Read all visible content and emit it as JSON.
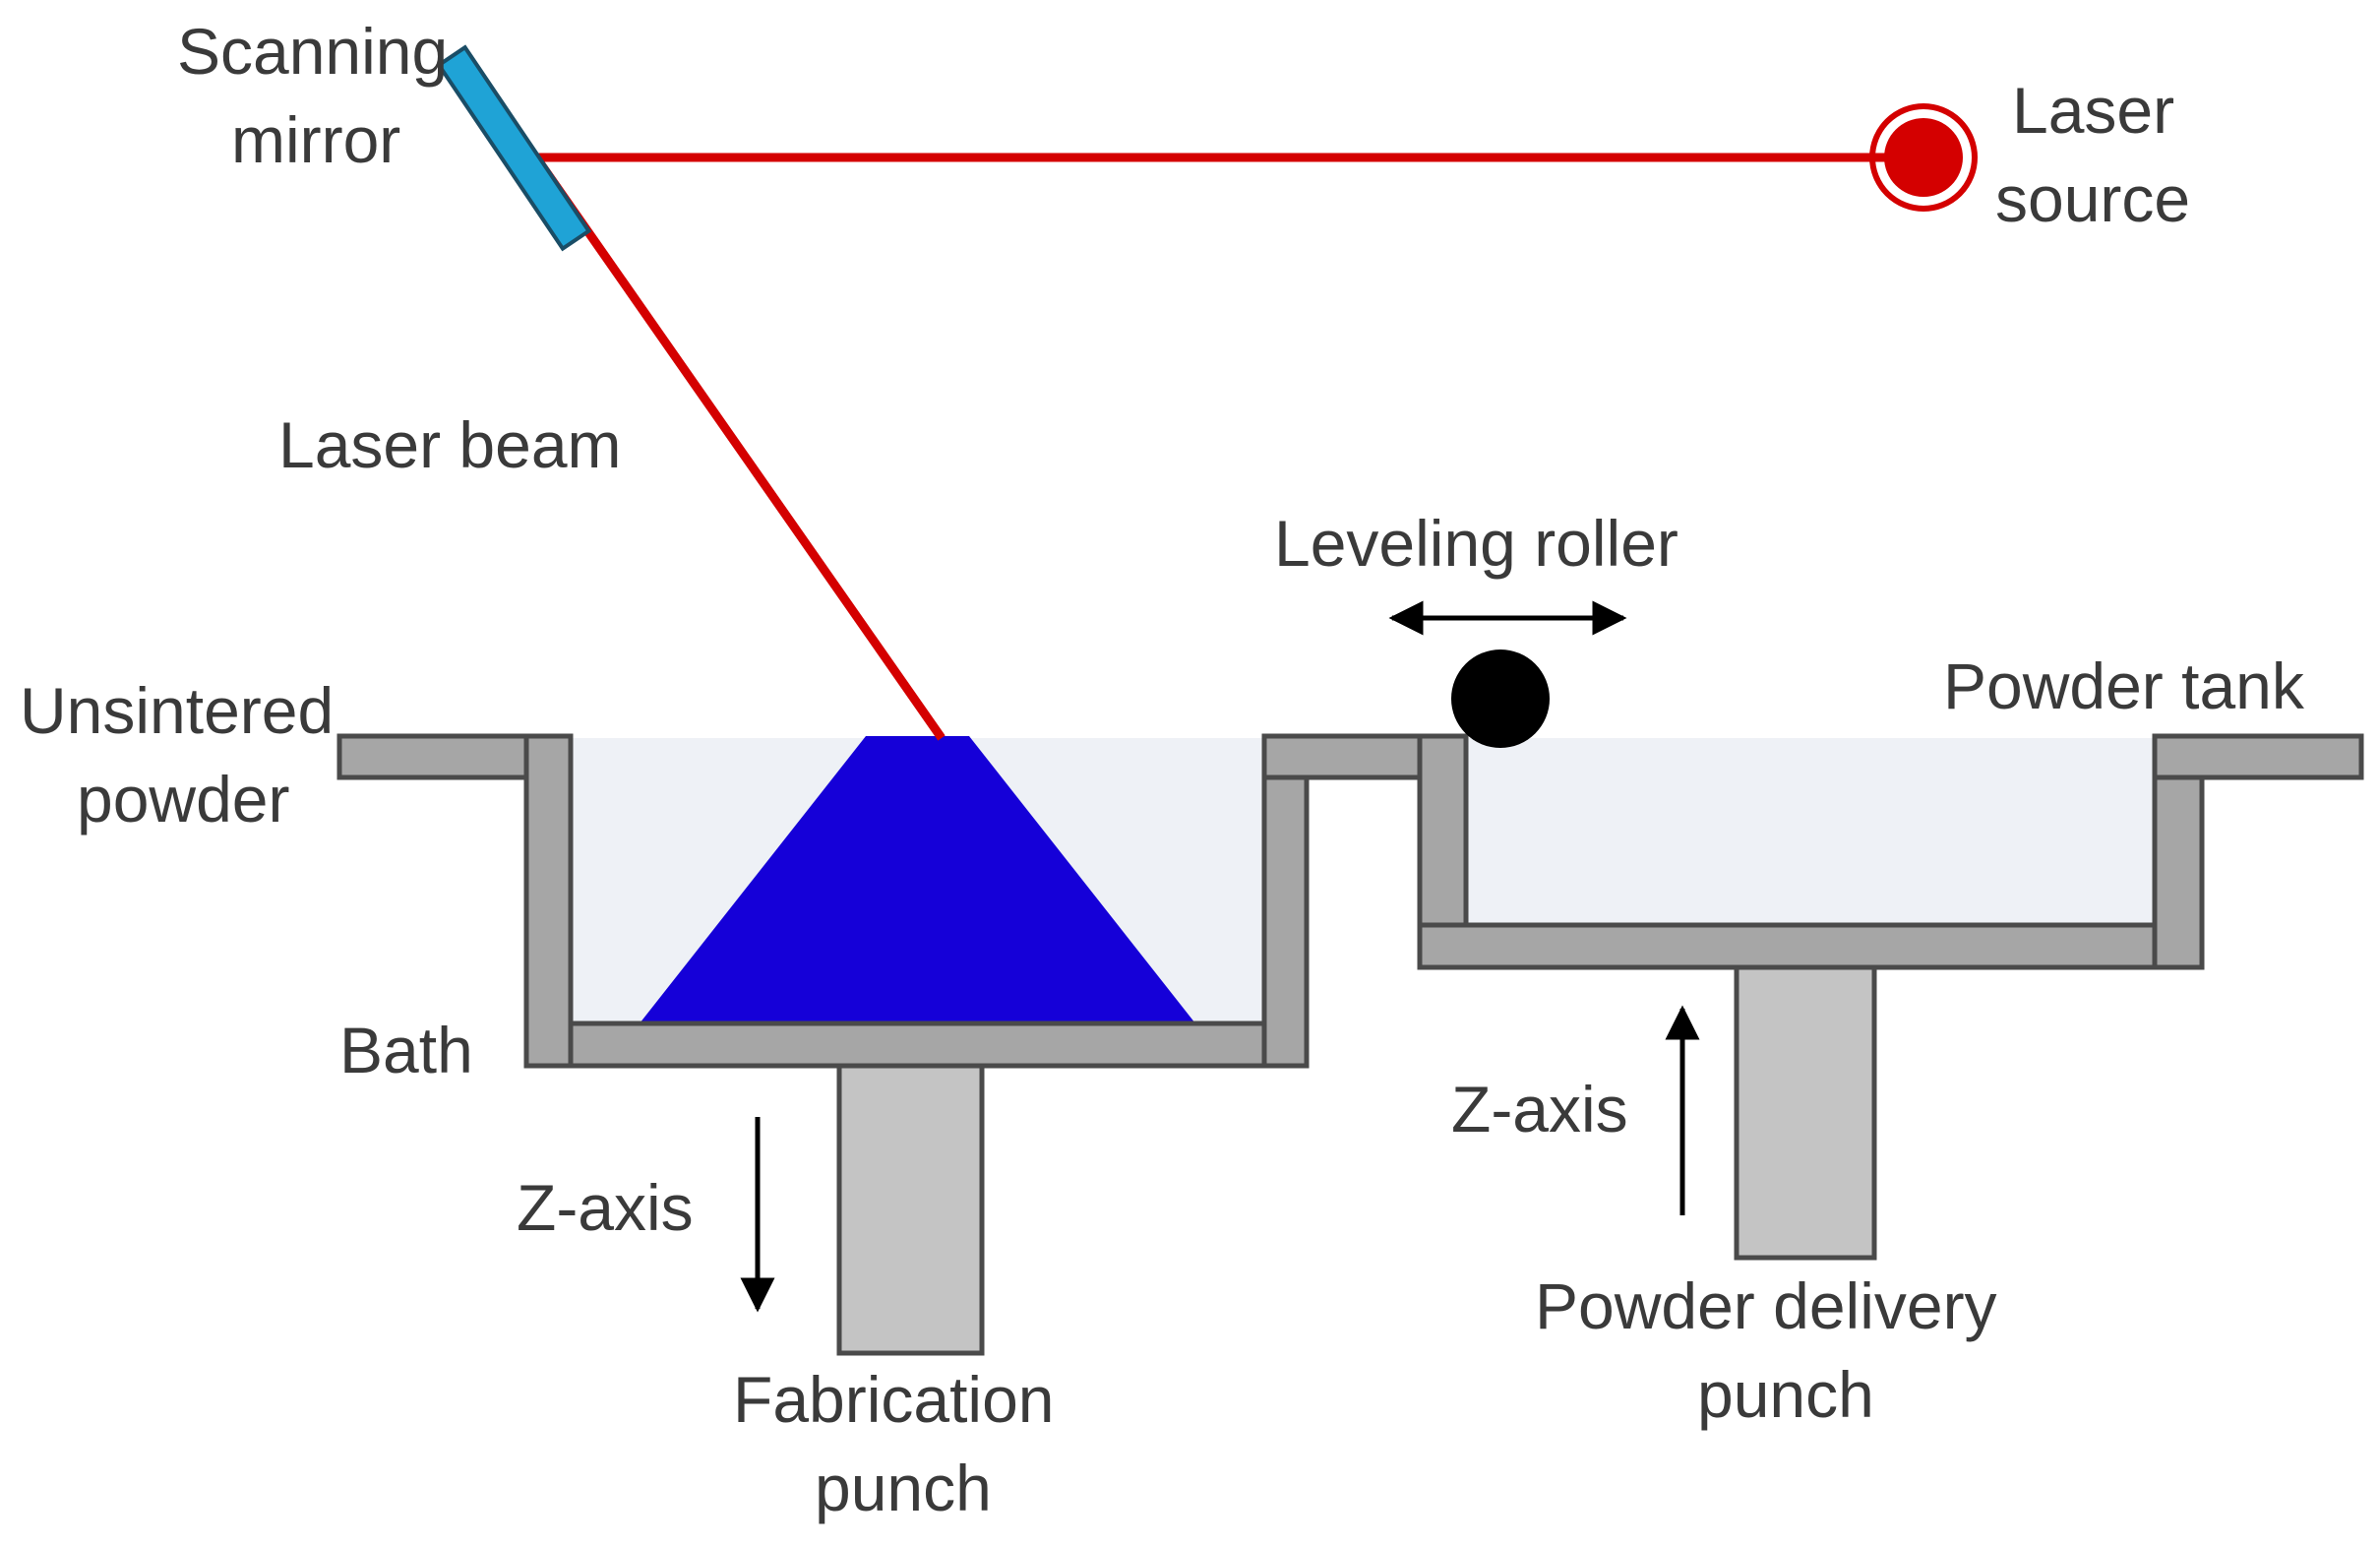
{
  "labels": {
    "scanning_mirror": [
      "Scanning",
      "mirror"
    ],
    "laser_source": [
      "Laser",
      "source"
    ],
    "laser_beam": "Laser beam",
    "leveling_roller": "Leveling roller",
    "unsintered_powder": [
      "Unsintered",
      "powder"
    ],
    "powder_tank": "Powder tank",
    "bath": "Bath",
    "z_axis_left": "Z-axis",
    "z_axis_right": "Z-axis",
    "fabrication_punch": [
      "Fabrication",
      "punch"
    ],
    "powder_delivery_punch": [
      "Powder delivery",
      "punch"
    ]
  },
  "colors": {
    "laser": "#d40000",
    "mirror": "#1fa3d6",
    "part": "#1500d8",
    "wall": "#a6a6a6",
    "punch": "#c4c4c4",
    "powder": "#eef1f6",
    "roller": "#000000",
    "text": "#3a3a3a"
  }
}
